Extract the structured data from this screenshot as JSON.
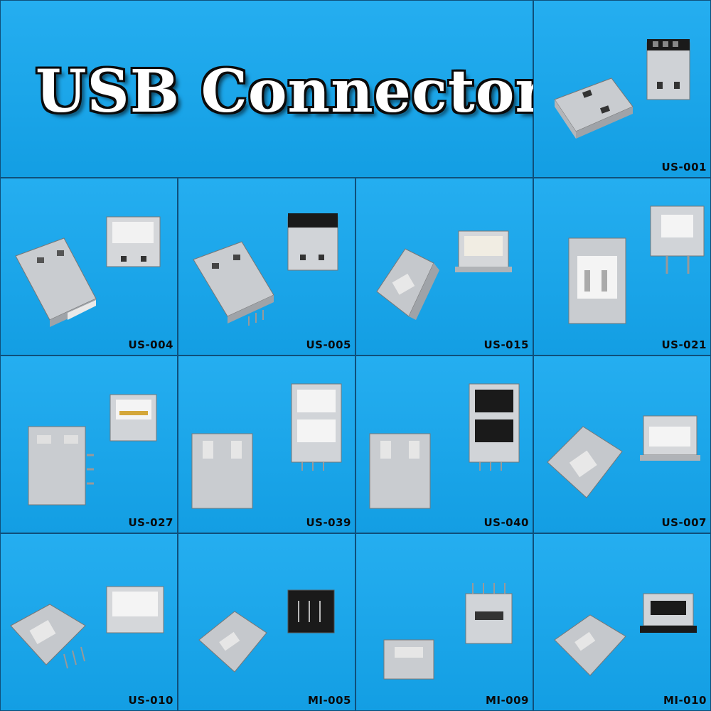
{
  "title": "USB Connector",
  "colors": {
    "background": "#1aa6e8",
    "divider": "#0f4f7a",
    "metal": "#c9ccd0",
    "plastic_white": "#f2f2f2",
    "plastic_black": "#1a1a1a"
  },
  "products": [
    {
      "code": "US-001",
      "icon": "usb-a-male-connector-icon"
    },
    {
      "code": "US-004",
      "icon": "usb-a-male-connector-icon"
    },
    {
      "code": "US-005",
      "icon": "usb-a-male-connector-icon"
    },
    {
      "code": "US-015",
      "icon": "usb-a-female-connector-icon"
    },
    {
      "code": "US-021",
      "icon": "usb-b-female-connector-icon"
    },
    {
      "code": "US-027",
      "icon": "usb-a-female-vertical-connector-icon"
    },
    {
      "code": "US-039",
      "icon": "usb-a-double-stack-connector-icon"
    },
    {
      "code": "US-040",
      "icon": "usb-a-double-stack-connector-icon"
    },
    {
      "code": "US-007",
      "icon": "usb-a-female-connector-icon"
    },
    {
      "code": "US-010",
      "icon": "usb-a-female-connector-icon"
    },
    {
      "code": "MI-005",
      "icon": "mini-usb-connector-icon"
    },
    {
      "code": "MI-009",
      "icon": "mini-usb-connector-icon"
    },
    {
      "code": "MI-010",
      "icon": "mini-usb-connector-icon"
    }
  ]
}
